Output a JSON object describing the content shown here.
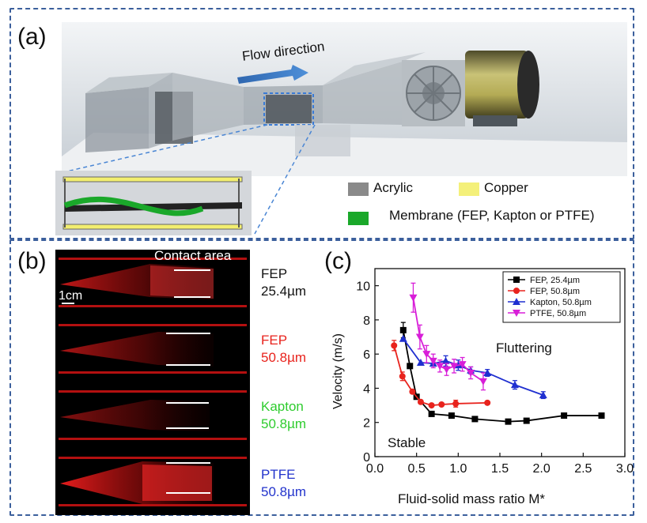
{
  "panel_a": {
    "letter": "(a)",
    "flow_label": "Flow direction",
    "legend": [
      {
        "label": "Acrylic",
        "color": "#8a8a8a"
      },
      {
        "label": "Copper",
        "color": "#f4f07a"
      },
      {
        "label": "Membrane (FEP, Kapton or PTFE)",
        "color": "#1aa82a"
      }
    ]
  },
  "panel_b": {
    "letter": "(b)",
    "contact_label": "Contact area",
    "scale_label": "1cm",
    "strips": [
      {
        "material": "FEP",
        "thickness": "25.4µm",
        "color": "#111111"
      },
      {
        "material": "FEP",
        "thickness": "50.8µm",
        "color": "#e8231d"
      },
      {
        "material": "Kapton",
        "thickness": "50.8µm",
        "color": "#2ecc2e"
      },
      {
        "material": "PTFE",
        "thickness": "50.8µm",
        "color": "#2233cc"
      }
    ]
  },
  "panel_c": {
    "letter": "(c)",
    "region_fluttering": "Fluttering",
    "region_stable": "Stable"
  },
  "chart_data": {
    "type": "line",
    "title": "",
    "xlabel": "Fluid-solid mass ratio M*",
    "ylabel": "Velocity (m/s)",
    "xlim": [
      0.0,
      3.0
    ],
    "ylim": [
      0,
      11
    ],
    "xticks": [
      "0.0",
      "0.5",
      "1.0",
      "1.5",
      "2.0",
      "2.5",
      "3.0"
    ],
    "yticks": [
      "0",
      "2",
      "4",
      "6",
      "8",
      "10"
    ],
    "legend_position": "top-right",
    "grid": false,
    "series": [
      {
        "name": "FEP, 25.4µm",
        "color": "#000000",
        "marker": "square",
        "x": [
          0.34,
          0.42,
          0.5,
          0.68,
          0.92,
          1.2,
          1.6,
          1.82,
          2.27,
          2.72
        ],
        "y": [
          7.4,
          5.3,
          3.5,
          2.5,
          2.4,
          2.2,
          2.05,
          2.1,
          2.4,
          2.4
        ],
        "err": [
          0.45,
          0,
          0,
          0,
          0,
          0,
          0,
          0,
          0,
          0
        ]
      },
      {
        "name": "FEP, 50.8µm",
        "color": "#e8231d",
        "marker": "circle",
        "x": [
          0.23,
          0.33,
          0.45,
          0.55,
          0.68,
          0.8,
          0.97,
          1.35
        ],
        "y": [
          6.5,
          4.7,
          3.8,
          3.2,
          3.0,
          3.05,
          3.1,
          3.15
        ],
        "err": [
          0.3,
          0.25,
          0,
          0,
          0,
          0,
          0.2,
          0
        ]
      },
      {
        "name": "Kapton, 50.8µm",
        "color": "#1f2fd0",
        "marker": "triangle-up",
        "x": [
          0.34,
          0.55,
          0.7,
          0.85,
          1.0,
          1.15,
          1.35,
          1.68,
          2.02
        ],
        "y": [
          6.9,
          5.5,
          5.45,
          5.6,
          5.35,
          5.05,
          4.9,
          4.2,
          3.6
        ],
        "err": [
          0,
          0,
          0,
          0.3,
          0.3,
          0.2,
          0.2,
          0.25,
          0.2
        ]
      },
      {
        "name": "PTFE, 50.8µm",
        "color": "#d81ed8",
        "marker": "triangle-down",
        "x": [
          0.46,
          0.54,
          0.62,
          0.7,
          0.78,
          0.86,
          0.95,
          1.05,
          1.15,
          1.3
        ],
        "y": [
          9.3,
          7.0,
          6.0,
          5.6,
          5.3,
          5.1,
          5.3,
          5.4,
          4.9,
          4.4
        ],
        "err": [
          0.85,
          0.7,
          0.5,
          0.4,
          0.35,
          0.35,
          0.4,
          0.4,
          0.35,
          0.5
        ]
      }
    ]
  }
}
